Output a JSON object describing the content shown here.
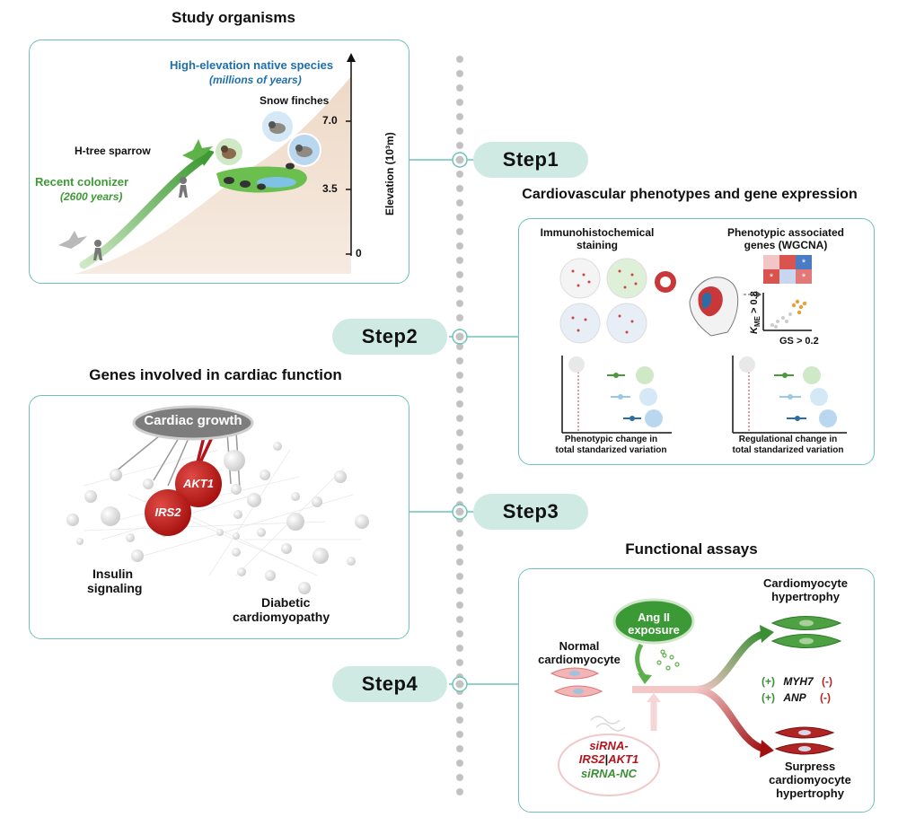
{
  "titles": {
    "study_organisms": "Study organisms",
    "cardio_phenotypes": "Cardiovascular phenotypes and gene expression",
    "genes_cardiac": "Genes involved in cardiac function",
    "functional_assays": "Functional assays"
  },
  "steps": [
    "Step1",
    "Step2",
    "Step3",
    "Step4"
  ],
  "panel1": {
    "high_elevation": "High-elevation native species",
    "high_elevation_time": "(millions of years)",
    "snow_finches": "Snow finches",
    "htree_sparrow": "H-tree sparrow",
    "recent_colonizer": "Recent colonizer",
    "recent_time": "(2600 years)",
    "axis_label": "Elevation (10³m)",
    "ticks": [
      "7.0",
      "3.5",
      "0"
    ]
  },
  "panel2": {
    "immuno_title_1": "Immunohistochemical",
    "immuno_title_2": "staining",
    "wgcna_title_1": "Phenotypic associated",
    "wgcna_title_2": "genes (WGCNA)",
    "kme_label": "K",
    "kme_sub": "ME",
    "kme_threshold": "> 0.8",
    "gs_label": "GS > 0.2",
    "left_caption_1": "Phenotypic change in",
    "left_caption_2": "total standarized variation",
    "right_caption_1": "Regulational change in",
    "right_caption_2": "total standarized variation",
    "colors": {
      "green": "#4a9a3b",
      "lightblue": "#9cc8e6",
      "blue": "#2a6ea6",
      "red": "#d9534f"
    }
  },
  "panel3": {
    "hub": "Cardiac growth",
    "akt1": "AKT1",
    "irs2": "IRS2",
    "insulin_1": "Insulin",
    "insulin_2": "signaling",
    "diabetic_1": "Diabetic",
    "diabetic_2": "cardiomyopathy"
  },
  "panel4": {
    "ang_1": "Ang II",
    "ang_2": "exposure",
    "normal_1": "Normal",
    "normal_2": "cardiomyocyte",
    "hyper_1": "Cardiomyocyte",
    "hyper_2": "hypertrophy",
    "myh7_plus": "(+)",
    "myh7": "MYH7",
    "myh7_minus": "(-)",
    "anp_plus": "(+)",
    "anp": "ANP",
    "anp_minus": "(-)",
    "sirna_1": "siRNA-",
    "sirna_2": "IRS2",
    "sirna_sep": "|",
    "sirna_3": "AKT1",
    "sirna_nc": "siRNA-NC",
    "surpress_1": "Surpress",
    "surpress_2": "cardiomyocyte",
    "surpress_3": "hypertrophy"
  }
}
